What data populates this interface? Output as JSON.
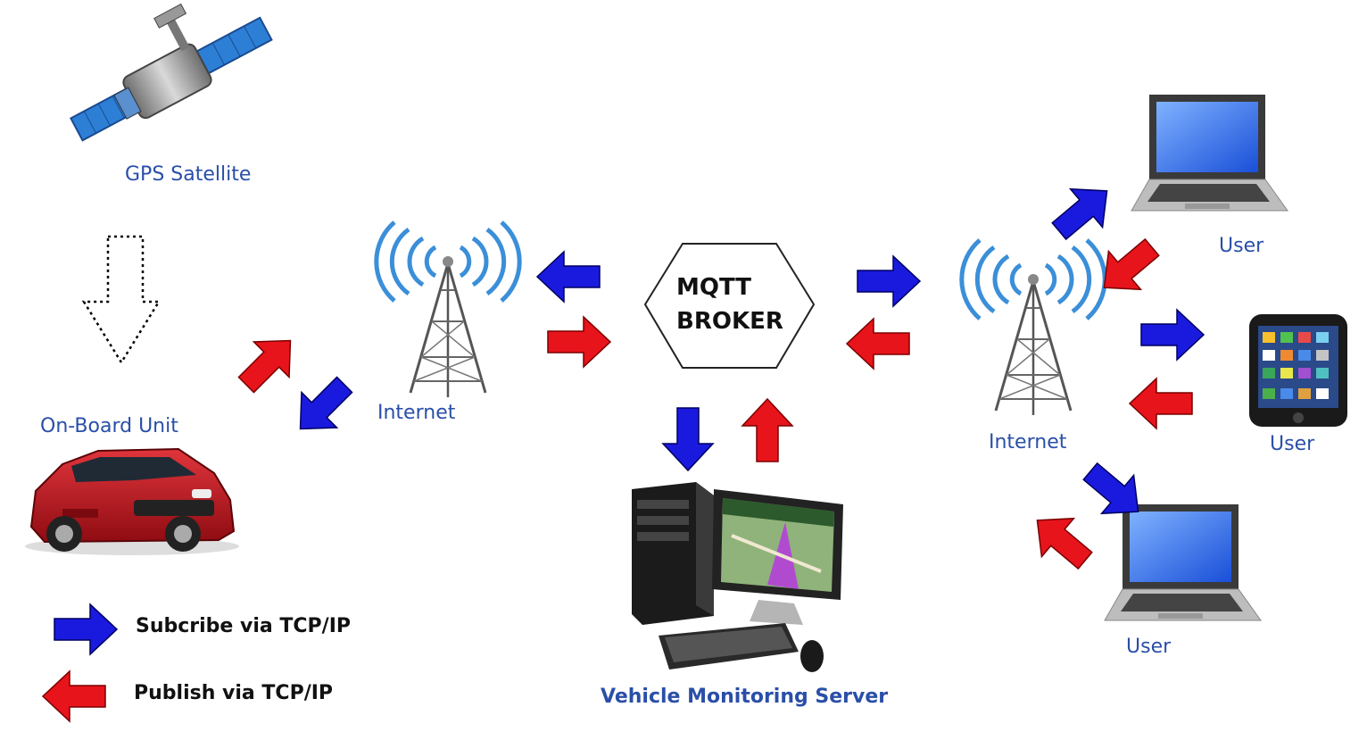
{
  "labels": {
    "gps_satellite": "GPS Satellite",
    "on_board_unit": "On-Board Unit",
    "internet_left": "Internet",
    "internet_right": "Internet",
    "broker_line1": "MQTT",
    "broker_line2": "BROKER",
    "server": "Vehicle Monitoring Server",
    "user_top": "User",
    "user_phone": "User",
    "user_bottom": "User"
  },
  "legend": {
    "subscribe": "Subcribe via TCP/IP",
    "publish": "Publish via TCP/IP"
  },
  "colors": {
    "subscribe_arrow": "#1a1adf",
    "publish_arrow": "#e8141b",
    "label_blue": "#2a4fa8"
  },
  "icons": [
    "satellite-icon",
    "car-icon",
    "radio-tower-icon",
    "desktop-computer-icon",
    "laptop-icon",
    "smartphone-icon"
  ]
}
